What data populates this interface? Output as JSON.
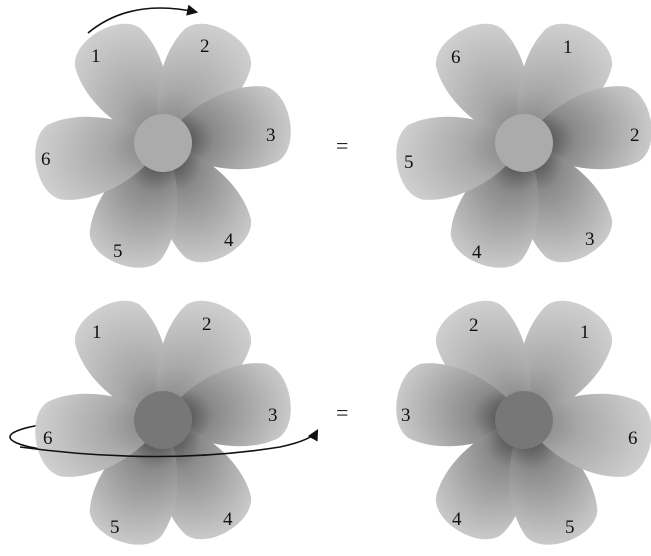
{
  "equals_sign": "=",
  "flowers": [
    {
      "id": "top-left",
      "labels": [
        "1",
        "2",
        "3",
        "4",
        "5",
        "6"
      ],
      "hub_color": "#ababab",
      "mirrored": false,
      "rotation_arrow": "over-top"
    },
    {
      "id": "top-right",
      "labels": [
        "6",
        "1",
        "2",
        "3",
        "4",
        "5"
      ],
      "hub_color": "#ababab",
      "mirrored": false,
      "rotation_arrow": "none"
    },
    {
      "id": "bottom-left",
      "labels": [
        "1",
        "2",
        "3",
        "4",
        "5",
        "6"
      ],
      "hub_color": "#777777",
      "mirrored": false,
      "rotation_arrow": "flip-ellipse"
    },
    {
      "id": "bottom-right",
      "labels": [
        "2",
        "1",
        "6",
        "5",
        "4",
        "3"
      ],
      "hub_color": "#777777",
      "mirrored": true,
      "rotation_arrow": "none"
    }
  ]
}
